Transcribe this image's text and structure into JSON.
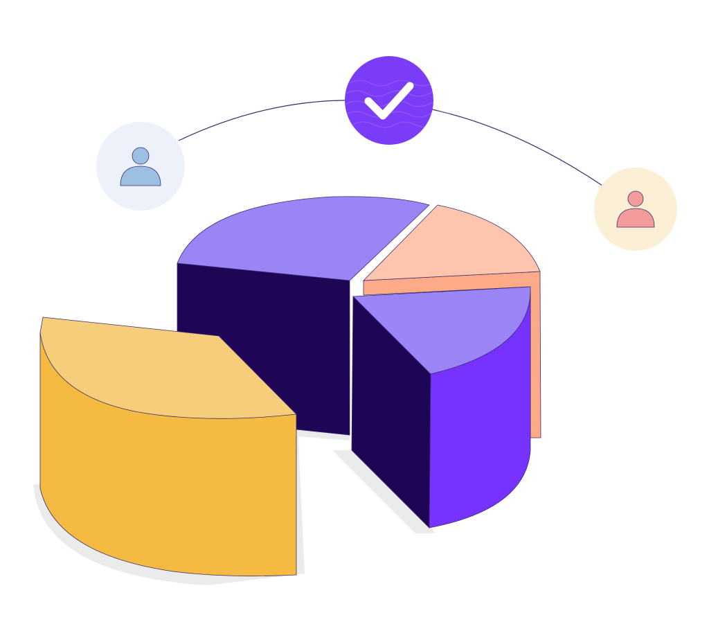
{
  "illustration": {
    "subject": "3d-pie-chart-with-users",
    "icons": [
      "user-icon-blue",
      "check-icon",
      "user-icon-pink"
    ],
    "colors": {
      "dark_side": "#1e0556",
      "lavender_top": "#9b84f5",
      "violet_side": "#7633ff",
      "peach_top": "#fdc5ad",
      "peach_side": "#fdaa88",
      "yellow_top": "#f6cd7a",
      "yellow_side": "#f4ba41",
      "check_circle": "#7a3cf7",
      "user_blue_bg": "#edf1f9",
      "user_blue": "#9dbfe4",
      "user_pink_bg": "#fbefd6",
      "user_pink": "#f49c9c",
      "shadow": "#ebebeb"
    }
  }
}
